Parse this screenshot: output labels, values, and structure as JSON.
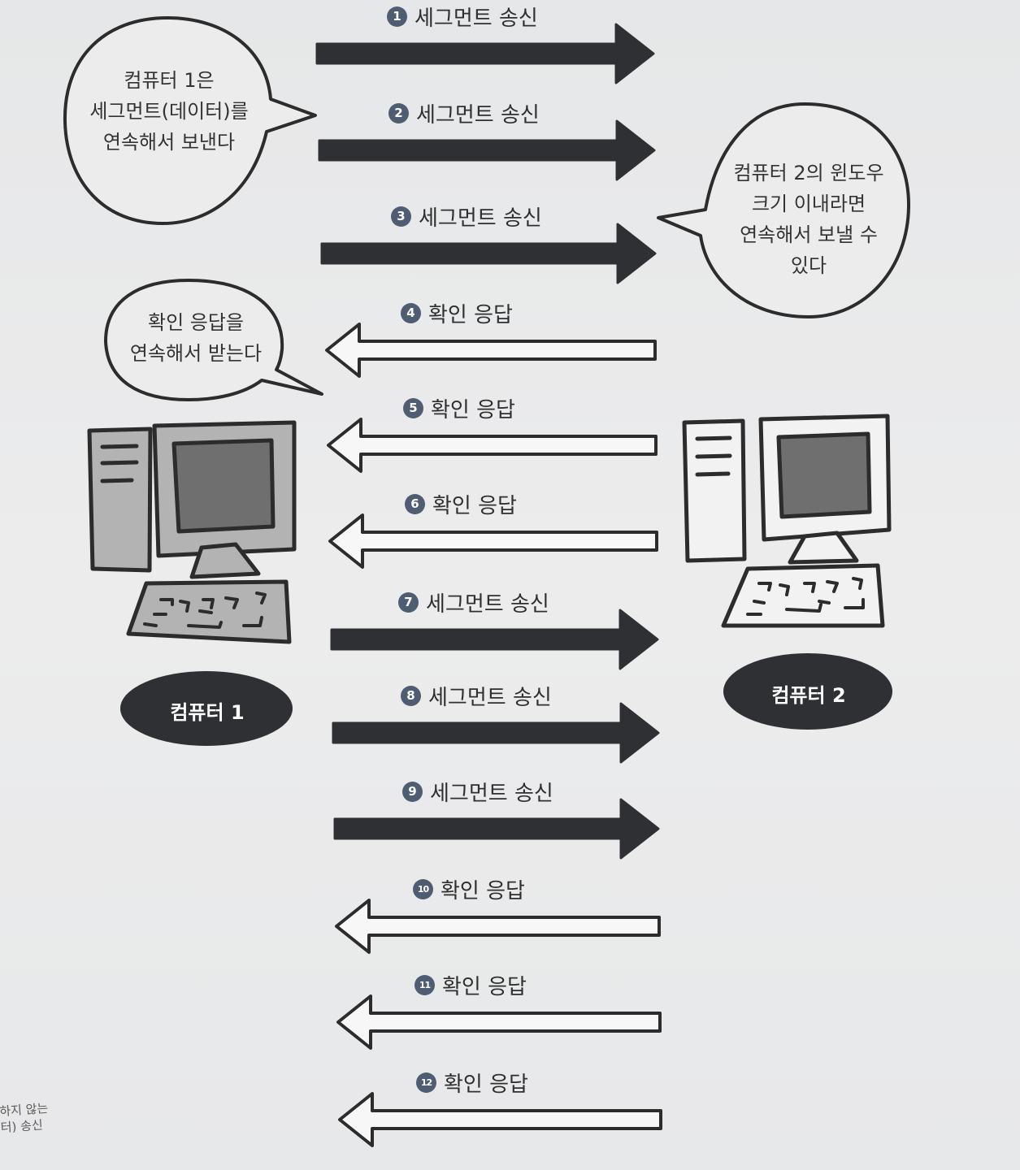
{
  "steps": [
    {
      "num": "1",
      "label": "세그먼트 송신",
      "dir": "right"
    },
    {
      "num": "2",
      "label": "세그먼트 송신",
      "dir": "right"
    },
    {
      "num": "3",
      "label": "세그먼트 송신",
      "dir": "right"
    },
    {
      "num": "4",
      "label": "확인 응답",
      "dir": "left"
    },
    {
      "num": "5",
      "label": "확인 응답",
      "dir": "left"
    },
    {
      "num": "6",
      "label": "확인 응답",
      "dir": "left"
    },
    {
      "num": "7",
      "label": "세그먼트 송신",
      "dir": "right"
    },
    {
      "num": "8",
      "label": "세그먼트 송신",
      "dir": "right"
    },
    {
      "num": "9",
      "label": "세그먼트 송신",
      "dir": "right"
    },
    {
      "num": "10",
      "label": "확인 응답",
      "dir": "left"
    },
    {
      "num": "11",
      "label": "확인 응답",
      "dir": "left"
    },
    {
      "num": "12",
      "label": "확인 응답",
      "dir": "left"
    }
  ],
  "bubbles": {
    "computer1_send": [
      "컴퓨터 1은",
      "세그먼트(데이터)를",
      "연속해서 보낸다"
    ],
    "computer1_receive": [
      "확인 응답을",
      "연속해서 받는다"
    ],
    "computer2_window": [
      "컴퓨터 2의 윈도우",
      "크기 이내라면",
      "연속해서 보낼 수",
      "있다"
    ]
  },
  "computers": {
    "computer1": "컴퓨터 1",
    "computer2": "컴퓨터 2"
  },
  "margin_note": [
    "하지 않는",
    "터) 송신"
  ],
  "colors": {
    "filled_arrow": "#2f3034",
    "pill": "#2f3034",
    "number_badge": "#4f5d73",
    "monitor_screen": "#6f6f70",
    "computer1_body": "#b3b3b3",
    "computer2_body": "#f2f2f2"
  }
}
